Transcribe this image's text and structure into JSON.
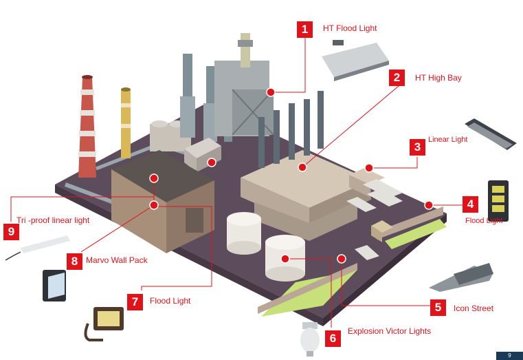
{
  "callouts": [
    {
      "num": "1",
      "label": "HT Flood Light"
    },
    {
      "num": "2",
      "label": "HT High Bay"
    },
    {
      "num": "3",
      "label": "Linear Light"
    },
    {
      "num": "4",
      "label": "Flood Light"
    },
    {
      "num": "5",
      "label": "Icon Street"
    },
    {
      "num": "6",
      "label": "Explosion Victor Lights"
    },
    {
      "num": "7",
      "label": "Flood Light"
    },
    {
      "num": "8",
      "label": "Marvo Wall Pack"
    },
    {
      "num": "9",
      "label": "Tri -proof linear light"
    }
  ],
  "page_number": "9",
  "colors": {
    "accent": "#e0131b",
    "ground": "#5d4c5c",
    "building": "#b9a99a",
    "lawn": "#c7e07a"
  }
}
